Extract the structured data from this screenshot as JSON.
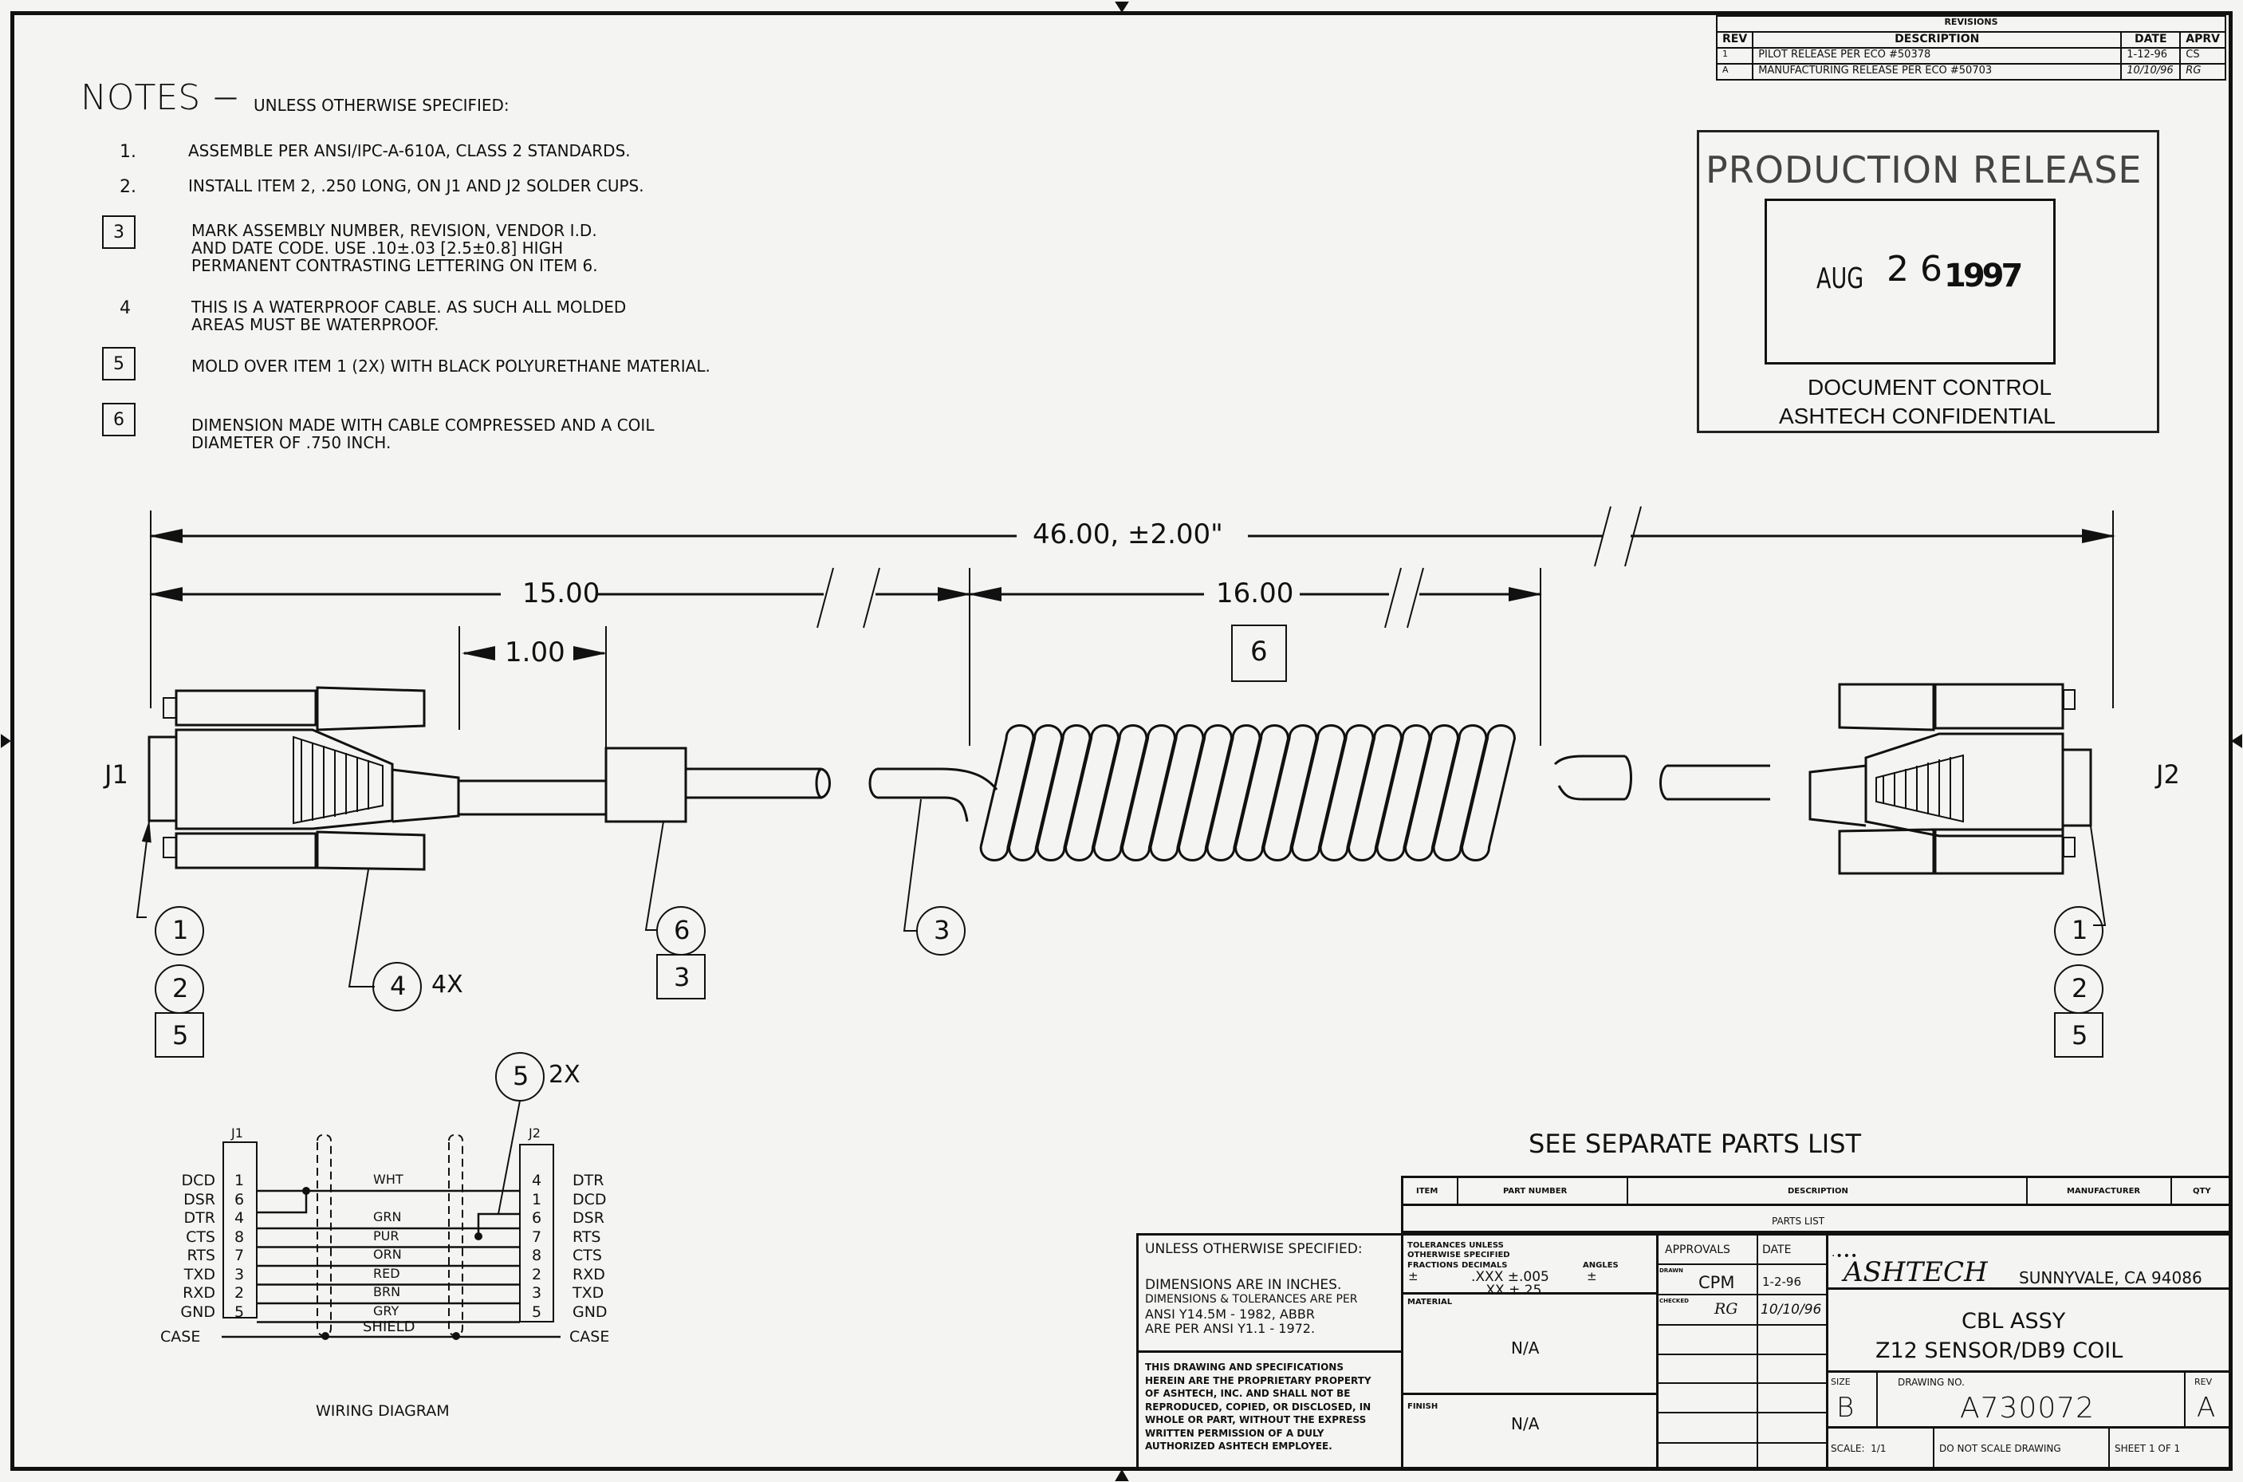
{
  "revisions": {
    "title": "REVISIONS",
    "headers": [
      "REV",
      "DESCRIPTION",
      "DATE",
      "APRV"
    ],
    "rows": [
      {
        "rev": "1",
        "description": "PILOT RELEASE PER ECO #50378",
        "date": "1-12-96",
        "aprv": "CS"
      },
      {
        "rev": "A",
        "description": "MANUFACTURING RELEASE PER ECO #50703",
        "date": "10/10/96",
        "aprv": "RG"
      }
    ]
  },
  "notes": {
    "title": "NOTES",
    "dash": "—",
    "subtitle": "UNLESS OTHERWISE SPECIFIED:",
    "items": [
      {
        "num": "1.",
        "flagged": false,
        "text": "ASSEMBLE PER ANSI/IPC-A-610A, CLASS 2 STANDARDS."
      },
      {
        "num": "2.",
        "flagged": false,
        "text": "INSTALL ITEM 2, .250 LONG, ON J1 AND J2 SOLDER CUPS."
      },
      {
        "num": "3",
        "flagged": true,
        "text": "MARK ASSEMBLY NUMBER, REVISION, VENDOR I.D.\nAND DATE CODE. USE .10±.03 [2.5±0.8] HIGH\nPERMANENT CONTRASTING LETTERING ON ITEM 6."
      },
      {
        "num": "4",
        "flagged": false,
        "text": "THIS IS A WATERPROOF CABLE. AS SUCH ALL MOLDED\nAREAS MUST BE WATERPROOF."
      },
      {
        "num": "5",
        "flagged": true,
        "text": "MOLD OVER ITEM 1 (2X) WITH BLACK POLYURETHANE MATERIAL."
      },
      {
        "num": "6",
        "flagged": true,
        "text": "DIMENSION MADE WITH CABLE COMPRESSED AND A COIL\nDIAMETER OF .750 INCH."
      }
    ]
  },
  "stamp": {
    "title": "PRODUCTION RELEASE",
    "date_month": "AUG",
    "date_day": "2 6",
    "date_year": "1997",
    "line1": "DOCUMENT CONTROL",
    "line2": "ASHTECH CONFIDENTIAL"
  },
  "dimensions": {
    "overall": "46.00, ±2.00\"",
    "first_segment": "15.00",
    "sleeve": "1.00",
    "coil": "16.00",
    "coil_flag": "6"
  },
  "connectors": {
    "left_label": "J1",
    "right_label": "J2"
  },
  "balloons": {
    "j1_item1": "1",
    "j1_item2": "2",
    "j1_flag": "5",
    "screw_item": "4",
    "screw_qty": "4X",
    "sleeve_item": "6",
    "sleeve_flag": "3",
    "cable_item": "3",
    "j2_item1": "1",
    "j2_item2": "2",
    "j2_flag": "5",
    "wiring_item": "5",
    "wiring_qty": "2X"
  },
  "wiring": {
    "title": "WIRING DIAGRAM",
    "j1_label": "J1",
    "j2_label": "J2",
    "case_left": "CASE",
    "case_right": "CASE",
    "shield": "SHIELD",
    "rows": [
      {
        "j1_signal": "DCD",
        "j1_pin": "1",
        "color": "WHT",
        "j2_pin": "4",
        "j2_signal": "DTR"
      },
      {
        "j1_signal": "DSR",
        "j1_pin": "6",
        "color": "",
        "j2_pin": "1",
        "j2_signal": "DCD"
      },
      {
        "j1_signal": "DTR",
        "j1_pin": "4",
        "color": "GRN",
        "j2_pin": "6",
        "j2_signal": "DSR"
      },
      {
        "j1_signal": "CTS",
        "j1_pin": "8",
        "color": "PUR",
        "j2_pin": "7",
        "j2_signal": "RTS"
      },
      {
        "j1_signal": "RTS",
        "j1_pin": "7",
        "color": "ORN",
        "j2_pin": "8",
        "j2_signal": "CTS"
      },
      {
        "j1_signal": "TXD",
        "j1_pin": "3",
        "color": "RED",
        "j2_pin": "2",
        "j2_signal": "RXD"
      },
      {
        "j1_signal": "RXD",
        "j1_pin": "2",
        "color": "BRN",
        "j2_pin": "3",
        "j2_signal": "TXD"
      },
      {
        "j1_signal": "GND",
        "j1_pin": "5",
        "color": "GRY",
        "j2_pin": "5",
        "j2_signal": "GND"
      }
    ]
  },
  "parts_list": {
    "note": "SEE SEPARATE PARTS LIST",
    "headers": [
      "ITEM",
      "PART NUMBER",
      "DESCRIPTION",
      "MANUFACTURER",
      "QTY"
    ],
    "label": "PARTS LIST"
  },
  "title_block": {
    "unless": "UNLESS OTHERWISE SPECIFIED:",
    "dims_line1": "DIMENSIONS ARE IN INCHES.",
    "dims_line2": "DIMENSIONS & TOLERANCES ARE PER",
    "dims_line3": "ANSI Y14.5M - 1982, ABBR",
    "dims_line4": "ARE PER ANSI Y1.1 - 1972.",
    "proprietary": "THIS DRAWING AND SPECIFICATIONS\nHEREIN ARE THE PROPRIETARY PROPERTY\nOF ASHTECH, INC. AND SHALL NOT BE\nREPRODUCED, COPIED, OR DISCLOSED, IN\nWHOLE OR PART, WITHOUT THE EXPRESS\nWRITTEN PERMISSION OF A DULY\nAUTHORIZED ASHTECH EMPLOYEE.",
    "tol_title1": "TOLERANCES UNLESS",
    "tol_title2": "OTHERWISE SPECIFIED",
    "tol_fractions": "FRACTIONS",
    "tol_decimals": "DECIMALS",
    "tol_angles": "ANGLES",
    "tol_frac_val": "±",
    "tol_xxx": ".XXX ±.005",
    "tol_xx": ".XX ±.25",
    "tol_ang_val": "±",
    "material_label": "MATERIAL",
    "material": "N/A",
    "finish_label": "FINISH",
    "finish": "N/A",
    "approvals": "APPROVALS",
    "date": "DATE",
    "drawn_label": "DRAWN",
    "drawn_by": "CPM",
    "drawn_date": "1-2-96",
    "checked_label": "CHECKED",
    "checked_by": "RG",
    "checked_date": "10/10/96",
    "company": "ASHTECH",
    "location": "SUNNYVALE, CA 94086",
    "title_line1": "CBL ASSY",
    "title_line2": "Z12 SENSOR/DB9 COIL",
    "size_label": "SIZE",
    "size": "B",
    "drawing_no_label": "DRAWING NO.",
    "drawing_no": "A730072",
    "rev_label": "REV",
    "rev": "A",
    "scale": "SCALE:  1/1",
    "do_not_scale": "DO NOT SCALE DRAWING",
    "sheet": "SHEET 1 OF 1"
  }
}
